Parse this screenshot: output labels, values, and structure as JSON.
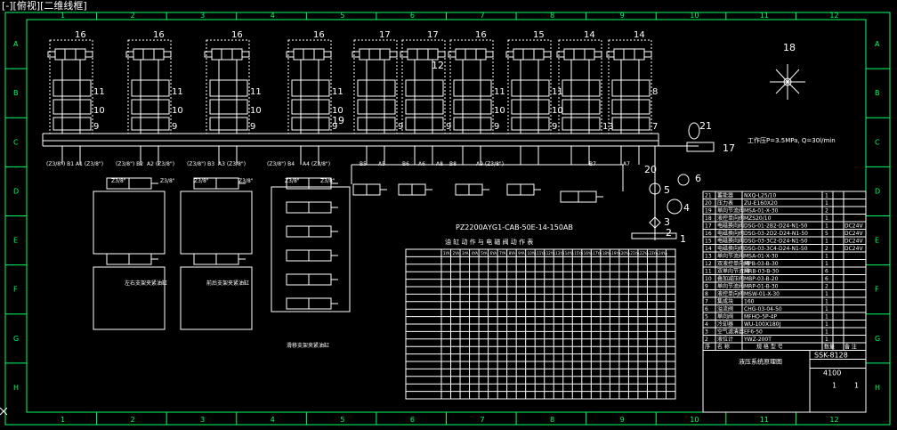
{
  "view_tab": "[-][俯视][二维线框]",
  "colors": {
    "background": "#000000",
    "frame": "#00ff66",
    "line": "#ffffff",
    "grid": "#00ff66",
    "text": "#ffffff"
  },
  "frame": {
    "columns": [
      "1",
      "2",
      "3",
      "4",
      "5",
      "6",
      "7",
      "8",
      "9",
      "10",
      "11",
      "12"
    ],
    "rows": [
      "A",
      "B",
      "C",
      "D",
      "E",
      "F",
      "G",
      "H"
    ]
  },
  "valves": [
    {
      "num": "16",
      "sub": "11",
      "mid": "10",
      "bot": "9"
    },
    {
      "num": "16",
      "sub": "11",
      "mid": "10",
      "bot": "9"
    },
    {
      "num": "16",
      "sub": "11",
      "mid": "10",
      "bot": "9"
    },
    {
      "num": "16",
      "sub": "11",
      "mid": "10",
      "bot": "9"
    },
    {
      "num": "17",
      "sub": "",
      "mid": "",
      "bot": "9"
    },
    {
      "num": "17",
      "sub": "",
      "mid": "",
      "bot": "9"
    },
    {
      "num": "16",
      "sub": "11",
      "mid": "10",
      "bot": "9"
    },
    {
      "num": "15",
      "sub": "11",
      "mid": "10",
      "bot": "9"
    },
    {
      "num": "14",
      "sub": "",
      "mid": "",
      "bot": "13"
    },
    {
      "num": "14",
      "sub": "8",
      "mid": "",
      "bot": "7"
    }
  ],
  "misc_labels": {
    "n12": "12",
    "n19": "19",
    "n18": "18",
    "n21": "21",
    "n17": "17",
    "n20": "20",
    "n6": "6",
    "n5": "5",
    "n4": "4",
    "n3": "3",
    "n2": "2",
    "n1": "1"
  },
  "pressure_note": "工作压P=3.5MPa, Q=30l/min",
  "ports": [
    "(Z3/8\") B1",
    "A1 (Z3/8\")",
    "(Z3/8\") B2",
    "A2 (Z3/8\")",
    "(Z3/8\") B3",
    "A3 (Z3/8\")",
    "(Z3/8\") B4",
    "A4 (Z3/8\")",
    "B5",
    "A5",
    "B6",
    "A6",
    "A8",
    "B8",
    "A9 (Z3/8\")",
    "B7",
    "A7"
  ],
  "pipe_sizes": [
    "Z3/8\"",
    "Z3/8\"",
    "Z3/8\"",
    "Z3/8\"",
    "Z3/8\"",
    "Z3/8\""
  ],
  "pump_model": "PZ2200A",
  "motor_model": "YG1-CAB-50E-14-150AB",
  "table_title": "油 缸 动 作 与 电 磁 阀 动 作 表",
  "table_header": [
    "1YA",
    "2YA",
    "3YA",
    "4YA",
    "5YA",
    "6YA",
    "7YA",
    "8YA",
    "9YA",
    "10YA",
    "11YA",
    "12YA",
    "13YA",
    "14YA",
    "15YA",
    "16YA",
    "17YA",
    "18YA",
    "19YA",
    "20YA",
    "21YA",
    "22YA",
    "23YA",
    "24YA"
  ],
  "bom": [
    {
      "no": "21",
      "name": "蓄能器",
      "model": "NXQ-L25/10",
      "qty": "1",
      "note": ""
    },
    {
      "no": "20",
      "name": "压力表",
      "model": "ZU-E160X20",
      "qty": "1",
      "note": ""
    },
    {
      "no": "19",
      "name": "单向节流阀",
      "model": "MSA-01-X-30",
      "qty": "2",
      "note": ""
    },
    {
      "no": "18",
      "name": "液控单向阀",
      "model": "MZS20/10",
      "qty": "1",
      "note": ""
    },
    {
      "no": "17",
      "name": "电磁换向阀",
      "model": "DSG-01-2B2-D24-N1-50",
      "qty": "1",
      "note": "DC24V"
    },
    {
      "no": "16",
      "name": "电磁换向阀",
      "model": "DSG-03-2D2-D24-N1-50",
      "qty": "5",
      "note": "DC24V"
    },
    {
      "no": "15",
      "name": "电磁换向阀",
      "model": "DSG-03-3C2-D24-N1-50",
      "qty": "1",
      "note": "DC24V"
    },
    {
      "no": "14",
      "name": "电磁换向阀",
      "model": "DSG-03-3C4-D24-N1-50",
      "qty": "2",
      "note": "DC24V"
    },
    {
      "no": "13",
      "name": "单向节流阀",
      "model": "MSA-01-X-30",
      "qty": "1",
      "note": ""
    },
    {
      "no": "12",
      "name": "双液控单向阀",
      "model": "MPB-03-B-30",
      "qty": "1",
      "note": ""
    },
    {
      "no": "11",
      "name": "双单向节流阀",
      "model": "MRB-03-B-30",
      "qty": "6",
      "note": ""
    },
    {
      "no": "10",
      "name": "叠加减压阀",
      "model": "MBP-03-B-20",
      "qty": "6",
      "note": ""
    },
    {
      "no": "9",
      "name": "单向节流阀",
      "model": "MRP-01-B-30",
      "qty": "2",
      "note": ""
    },
    {
      "no": "8",
      "name": "液控单向阀",
      "model": "MSW-01-X-30",
      "qty": "1",
      "note": ""
    },
    {
      "no": "7",
      "name": "集成块",
      "model": "160",
      "qty": "1",
      "note": ""
    },
    {
      "no": "6",
      "name": "溢流阀",
      "model": "CHG-03-04-50",
      "qty": "1",
      "note": ""
    },
    {
      "no": "5",
      "name": "单向阀",
      "model": "MFHO-5P-4P",
      "qty": "1",
      "note": ""
    },
    {
      "no": "4",
      "name": "冷却器",
      "model": "WU-100X180J",
      "qty": "1",
      "note": ""
    },
    {
      "no": "3",
      "name": "空气滤清器",
      "model": "EF6-50",
      "qty": "1",
      "note": ""
    },
    {
      "no": "2",
      "name": "液位计",
      "model": "YWZ-200T",
      "qty": "1",
      "note": ""
    }
  ],
  "bom_header": {
    "no": "序",
    "name": "名 称",
    "model": "规 格 型 号",
    "qty": "数量",
    "note": "备 注"
  },
  "title_block": {
    "drawing_no": "SSK-8128",
    "title": "液压系统原理图",
    "scale": "4100",
    "sheet_a": "1",
    "sheet_b": "1"
  },
  "bottom_captions": [
    "左右支架夹紧油缸",
    "前后支架夹紧油缸",
    "滑移支架夹紧油缸"
  ],
  "ui_cursor": "cursor-icon"
}
